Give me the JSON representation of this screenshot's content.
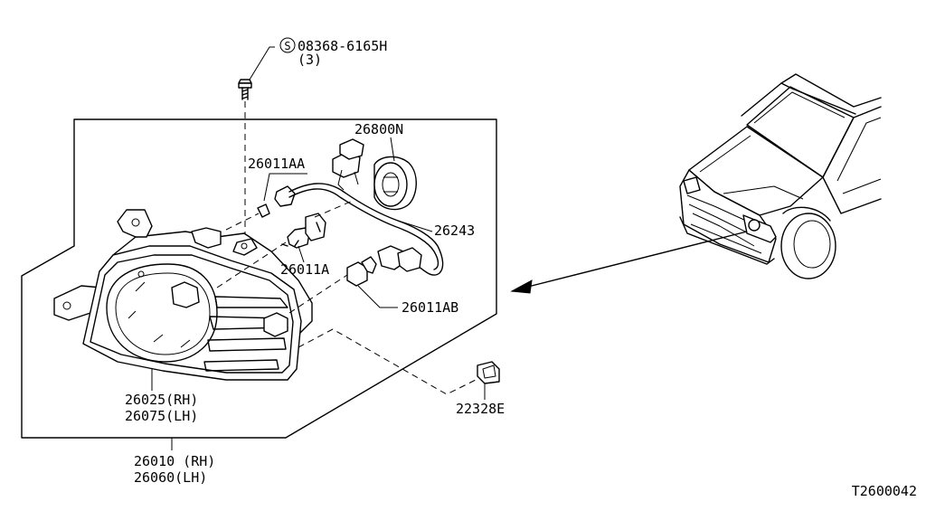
{
  "diagram": {
    "parts": {
      "screw": {
        "number": "08368-6165H",
        "qty": "(3)",
        "symbol": "S"
      },
      "wiring_connector": "26800N",
      "bulb_socket_aa": "26011AA",
      "harness": "26243",
      "bulb_main": "26011A",
      "bulb_side": "26011AB",
      "lens_rh": "26025(RH)",
      "lens_lh": "26075(LH)",
      "clip": "22328E",
      "assembly_rh": "26010 (RH)",
      "assembly_lh": "26060(LH)"
    },
    "figure_id": "T2600042"
  }
}
